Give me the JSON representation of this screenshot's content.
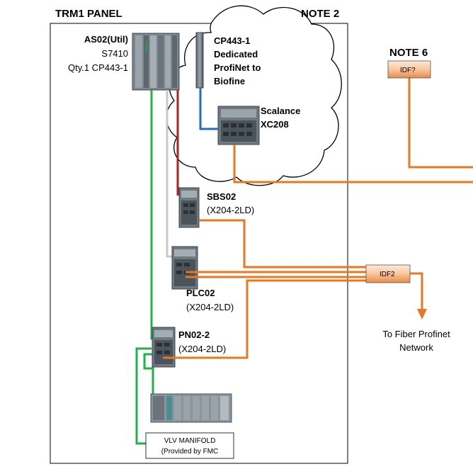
{
  "panel": {
    "title": "TRM1 PANEL"
  },
  "notes": {
    "note2": "NOTE 2",
    "note6": "NOTE 6"
  },
  "as02": {
    "line1": "AS02(Util)",
    "line2": "S7410",
    "line3": "Qty.1 CP443-1"
  },
  "cp443": {
    "line1": "CP443-1",
    "line2": "Dedicated",
    "line3": "ProfiNet to",
    "line4": "Biofine"
  },
  "scalance": {
    "line1": "Scalance",
    "line2": "XC208"
  },
  "sbs02": {
    "name": "SBS02",
    "model": "(X204-2LD)"
  },
  "plc02": {
    "name": "PLC02",
    "model": "(X204-2LD)"
  },
  "pn02": {
    "name": "PN02-2",
    "model": "(X204-2LD)"
  },
  "idf_unknown": {
    "label": "IDF?"
  },
  "idf2": {
    "label": "IDF2"
  },
  "fiber": {
    "line1": "To Fiber Profinet",
    "line2": "Network"
  },
  "vlv": {
    "line1": "VLV MANIFOLD",
    "line2": "(Provided by FMC"
  },
  "colors": {
    "fiber": "#e87722",
    "green": "#22b04a",
    "red": "#b22222",
    "gray": "#c8c8c8",
    "blue": "#1f6fbf"
  }
}
